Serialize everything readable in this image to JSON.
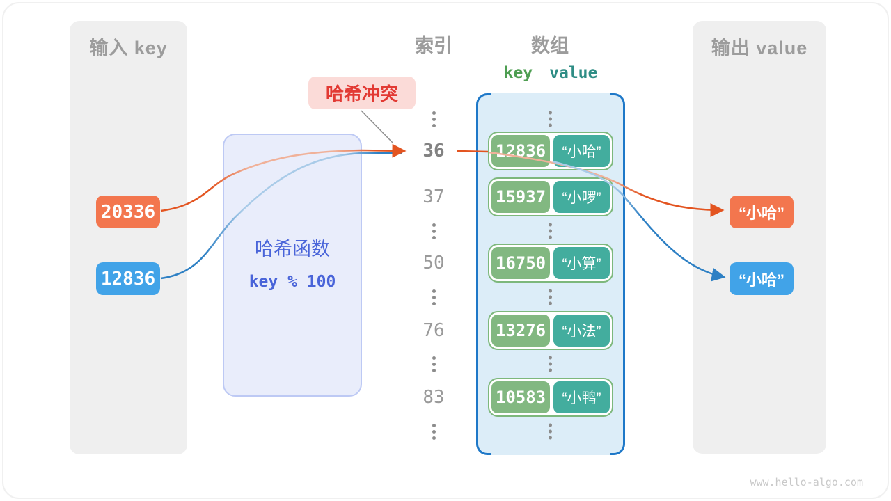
{
  "titles": {
    "input": "输入 key",
    "index": "索引",
    "array": "数组",
    "output": "输出 value"
  },
  "array_header": {
    "key": "key",
    "value": "value"
  },
  "collision_label": "哈希冲突",
  "hash_function": {
    "name": "哈希函数",
    "formula": "key % 100"
  },
  "inputs": [
    {
      "value": "20336",
      "color": "#F3764E"
    },
    {
      "value": "12836",
      "color": "#41A3E8"
    }
  ],
  "outputs": [
    {
      "value": "“小哈”",
      "color": "#F3764E"
    },
    {
      "value": "“小哈”",
      "color": "#41A3E8"
    }
  ],
  "index_rows": [
    {
      "type": "dots"
    },
    {
      "type": "label",
      "text": "36",
      "bold": true
    },
    {
      "type": "label",
      "text": "37"
    },
    {
      "type": "dots"
    },
    {
      "type": "label",
      "text": "50"
    },
    {
      "type": "dots"
    },
    {
      "type": "label",
      "text": "76"
    },
    {
      "type": "dots"
    },
    {
      "type": "label",
      "text": "83"
    },
    {
      "type": "dots"
    }
  ],
  "array_slots": [
    {
      "type": "dots"
    },
    {
      "type": "pair",
      "key": "12836",
      "value": "“小哈”"
    },
    {
      "type": "pair",
      "key": "15937",
      "value": "“小啰”"
    },
    {
      "type": "dots"
    },
    {
      "type": "pair",
      "key": "16750",
      "value": "“小算”"
    },
    {
      "type": "dots"
    },
    {
      "type": "pair",
      "key": "13276",
      "value": "“小法”"
    },
    {
      "type": "dots"
    },
    {
      "type": "pair",
      "key": "10583",
      "value": "“小鸭”"
    },
    {
      "type": "dots"
    }
  ],
  "footer": "www.hello-algo.com",
  "colors": {
    "accent_orange": "#E35420",
    "accent_orange_light": "#F0B199",
    "accent_blue": "#2E80C4",
    "accent_blue_light": "#A9CBE8",
    "pair_key_green": "#82B881",
    "pair_value_teal": "#43AD9E",
    "pair_border_green": "#7DB87C",
    "array_border_blue": "#1E78C8",
    "array_fill_blue": "#DCEDF8",
    "hash_box_fill": "#E9EDFB",
    "hash_text_blue": "#4964D9",
    "collision_red": "#E23A34",
    "collision_bg_pink": "#FBDBD8",
    "panel_gray": "#EFEFEF"
  }
}
